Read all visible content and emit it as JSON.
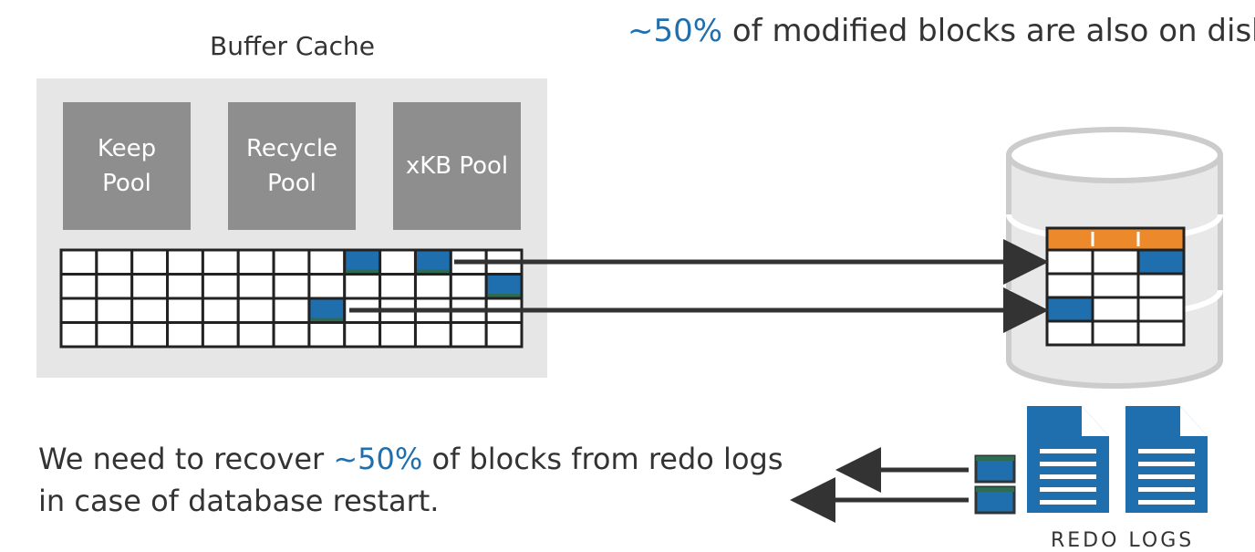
{
  "buffer_cache": {
    "title": "Buffer Cache",
    "pools": [
      "Keep\nPool",
      "Recycle\nPool",
      "xKB Pool"
    ],
    "grid": {
      "rows": 4,
      "cols": 13,
      "modified": [
        [
          0,
          8
        ],
        [
          0,
          10
        ],
        [
          1,
          12
        ],
        [
          2,
          7
        ]
      ]
    }
  },
  "top_note": {
    "highlight": "~50%",
    "text": " of modified blocks are also on disk."
  },
  "bottom_note": {
    "line1_pre": "We need to recover ",
    "highlight": "~50%",
    "line1_post": " of blocks from redo logs",
    "line2": "in case of database restart."
  },
  "disk": {
    "grid": {
      "rows": 4,
      "cols": 3,
      "modified": [
        [
          0,
          2
        ],
        [
          2,
          0
        ]
      ]
    }
  },
  "redo": {
    "label": "REDO LOGS"
  },
  "colors": {
    "accent": "#1f6fae",
    "orange": "#ec8a2b",
    "pool": "#8e8e8e",
    "cache_bg": "#e6e6e6",
    "dark": "#333333",
    "block_green": "#2e6b52"
  }
}
